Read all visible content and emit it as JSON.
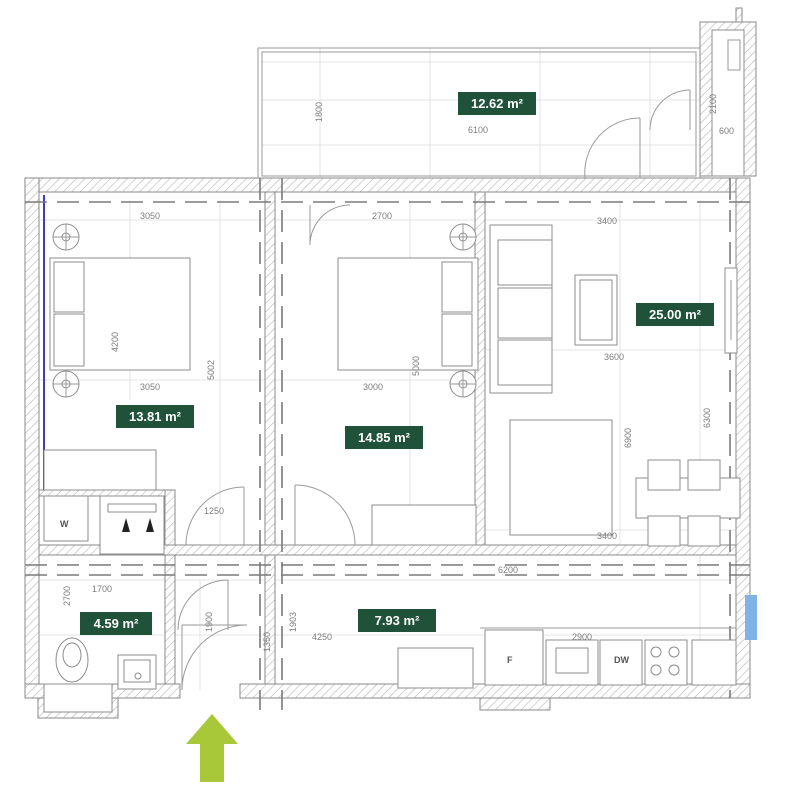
{
  "areas": {
    "balcony": "12.62 m²",
    "living": "25.00 m²",
    "bedroom1": "13.81 m²",
    "bedroom2": "14.85 m²",
    "bathroom": "4.59 m²",
    "hall": "7.93 m²"
  },
  "dimensions": {
    "d_1800": "1800",
    "d_6100": "6100",
    "d_2100": "2100",
    "d_600": "600",
    "d_3050a": "3050",
    "d_2700a": "2700",
    "d_3400a": "3400",
    "d_4200": "4200",
    "d_3050b": "3050",
    "d_5002": "5002",
    "d_3000": "3000",
    "d_5000": "5000",
    "d_3600": "3600",
    "d_6900": "6900",
    "d_6300": "6300",
    "d_1250": "1250",
    "d_3400b": "3400",
    "d_1700": "1700",
    "d_6200": "6200",
    "d_2700b": "2700",
    "d_1900": "1900",
    "d_1903": "1903",
    "d_1350": "1350",
    "d_4250": "4250",
    "d_2900": "2900"
  },
  "appliance_labels": {
    "washer": "W",
    "fridge": "F",
    "dishwasher": "DW"
  },
  "colors": {
    "badge": "#1f5238",
    "entrance_arrow": "#a8c83a",
    "window_blue": "#7fb2e5",
    "wall_line": "#3c3cc8"
  },
  "icons": {
    "entrance": "entrance-arrow-icon"
  }
}
